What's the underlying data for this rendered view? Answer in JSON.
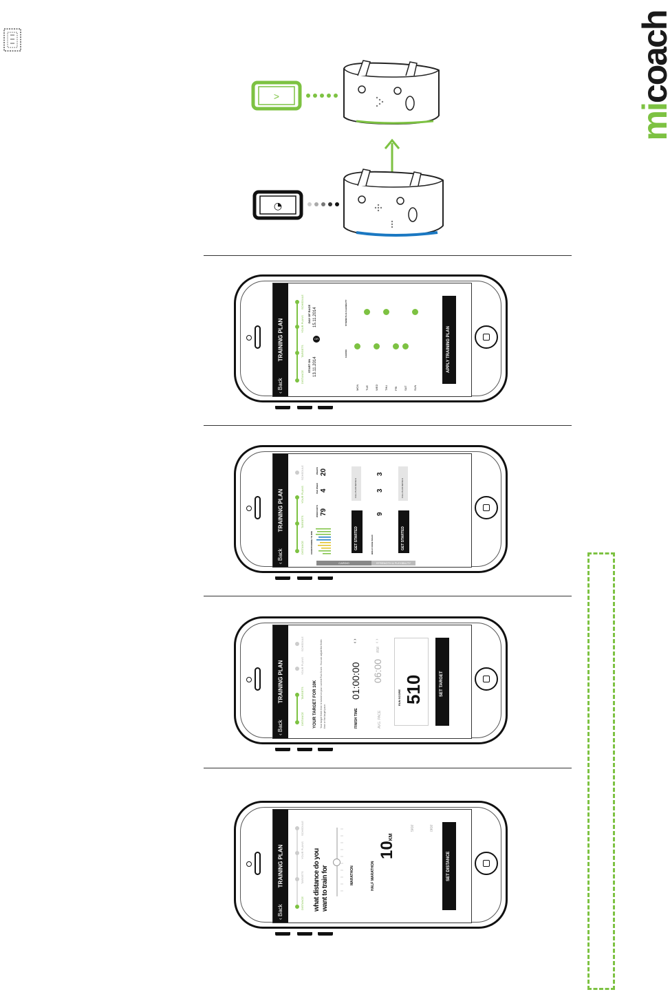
{
  "brand": {
    "mi": "mi",
    "coach": "coach",
    "mi_color": "#7dc242"
  },
  "accent_color": "#7dc242",
  "devices": {
    "top_phone_glyph": ">",
    "bottom_phone_glyph": "◔"
  },
  "phones": [
    {
      "header_title": "TRAINING PLAN",
      "back_label": "Back",
      "steps": [
        "DISTANCE",
        "TARGETS",
        "YOUR PLANS",
        "SCHEDULE"
      ],
      "start_label": "START ON",
      "start_value": "13.11.2014",
      "or_label": "OR",
      "race_label": "DAY OF RACE",
      "race_value": "15.11.2014",
      "days": [
        "MON",
        "TUE",
        "WED",
        "THU",
        "FRI",
        "SAT",
        "SUN"
      ],
      "col1_label": "CARDIO",
      "col2_label": "STRENGTH & FLEXIBILITY",
      "button": "APPLY TRAINING PLAN"
    },
    {
      "header_title": "TRAINING PLAN",
      "back_label": "Back",
      "steps": [
        "DISTANCE",
        "TARGETS",
        "YOUR PLANS",
        "SCHEDULE"
      ],
      "plan1_label": "CONDITIONING TO WIN",
      "plan1_workouts_label": "WORKOUTS",
      "plan1_workouts": "79",
      "plan1_perweek_label": "PER WEEK",
      "plan1_perweek": "4",
      "plan1_weeks_label": "WEEKS",
      "plan1_weeks": "20",
      "plan2_label": "BUILD CORE SOLID",
      "plan2_workouts": "9",
      "plan2_perweek": "3",
      "plan2_weeks": "3",
      "get_started": "GET STARTED",
      "details": "FULL PLAN DETAILS",
      "tab1": "CARDIO",
      "tab2": "STRENGTH & FLEXIBILITY"
    },
    {
      "header_title": "TRAINING PLAN",
      "back_label": "Back",
      "steps": [
        "DISTANCE",
        "TARGETS",
        "YOUR PLANS",
        "SCHEDULE"
      ],
      "target_title": "YOUR TARGET FOR 10K",
      "target_desc": "Your target finish time is based on your current Run Score. You can adjust the finish time or the target pace.",
      "finish_label": "FINISH TIME",
      "finish_value": "01:00:00",
      "pace_label": "AVG. PACE",
      "pace_value": "06:00",
      "pace_unit": "/KM",
      "score_label": "RUN SCORE",
      "score_value": "510",
      "button": "SET TARGET"
    },
    {
      "header_title": "TRAINING PLAN",
      "back_label": "Back",
      "steps": [
        "DISTANCE",
        "TARGETS",
        "YOUR PLANS",
        "SCHEDULE"
      ],
      "question_line1": "what distance do you",
      "question_line2": "want to train for",
      "options": [
        "MARATHON",
        "HALF MARATHON"
      ],
      "distance_value": "10",
      "distance_unit": "KM",
      "small_options": [
        "5KM",
        "0KM"
      ],
      "slider_value": 0.5,
      "button": "SET DISTANCE"
    }
  ]
}
